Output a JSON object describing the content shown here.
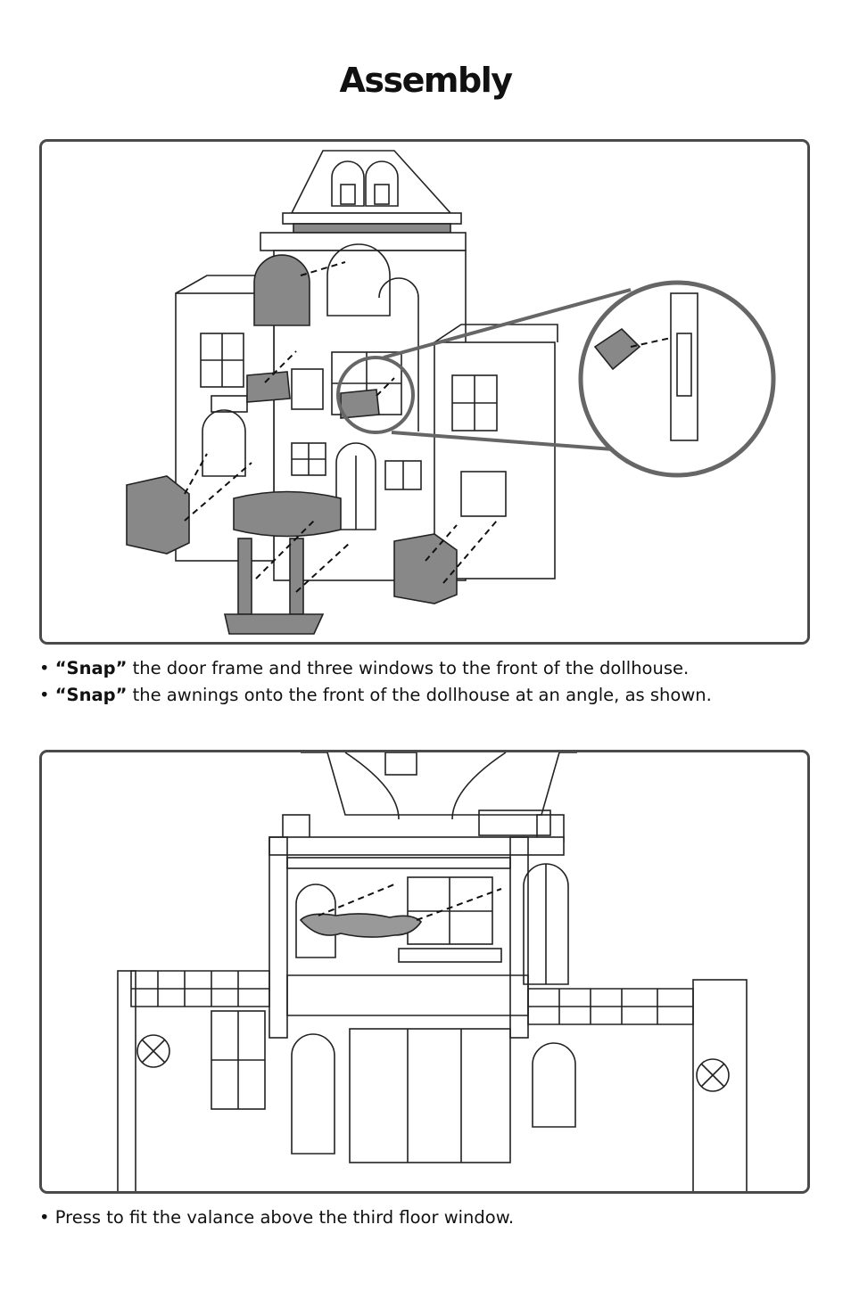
{
  "title": "Assembly",
  "step1": {
    "bullets": [
      {
        "bullet": "•",
        "bold": "“Snap”",
        "text": " the door frame and three windows to the front of the dollhouse."
      },
      {
        "bullet": "•",
        "bold": "“Snap”",
        "text": " the awnings onto the front of the dollhouse at an angle, as shown."
      }
    ]
  },
  "step2": {
    "bullets": [
      {
        "bullet": "•",
        "text": " Press to fit the valance above the third floor window."
      }
    ]
  }
}
